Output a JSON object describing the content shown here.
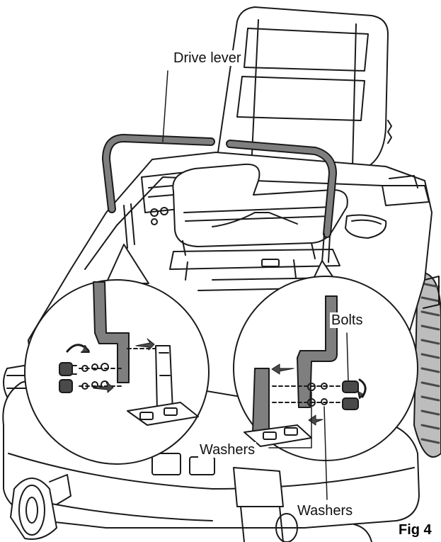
{
  "labels": {
    "drive_lever": "Drive lever",
    "bolts": "Bolts",
    "washers_1": "Washers",
    "washers_2": "Washers"
  },
  "figure_caption": "Fig 4",
  "colors": {
    "line": "#1a1a1a",
    "lever_fill": "#7f7f7f",
    "tire": "#4a4a4a",
    "background": "#ffffff"
  }
}
